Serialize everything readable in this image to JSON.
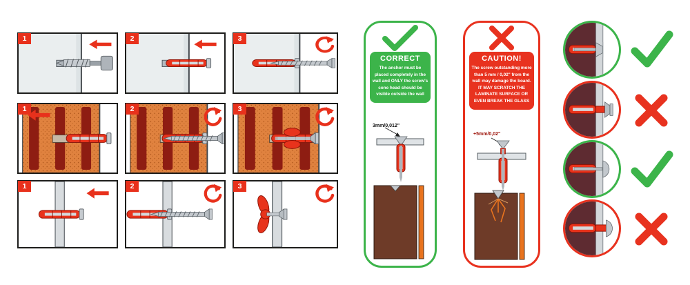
{
  "sheet": {
    "name": "wall-anchor-installation-instructions"
  },
  "colors": {
    "red": "#e8311c",
    "green": "#3cb44a",
    "brick_orange": "#e0823f",
    "brick_dark": "#8e1d12",
    "board_brown": "#6e3b28",
    "laminate_orange": "#e8731e",
    "wall_gray": "#eaeeef",
    "maroon": "#5e2b31"
  },
  "steps": {
    "rows": [
      {
        "surface": "solid-wall",
        "panels": [
          {
            "number": "1"
          },
          {
            "number": "2"
          },
          {
            "number": "3"
          }
        ]
      },
      {
        "surface": "brick-wall",
        "panels": [
          {
            "number": "1"
          },
          {
            "number": "2"
          },
          {
            "number": "3"
          }
        ]
      },
      {
        "surface": "hollow-wall",
        "panels": [
          {
            "number": "1"
          },
          {
            "number": "2"
          },
          {
            "number": "3"
          }
        ]
      }
    ]
  },
  "correct_banner": {
    "title": "CORRECT",
    "body": "The anchor must be placed completely in the wall and ONLY the screw's cone head should be visible outside the wall",
    "measurement": "3mm/0,012\""
  },
  "caution_banner": {
    "title": "CAUTION!",
    "body": "The screw outstanding more than 5 mm / 0,02\" from the wall may damage the board. IT MAY SCRATCH THE LAMINATE SURFACE OR EVEN BREAK THE GLASS",
    "measurement": "+5mm/0,02\""
  },
  "examples": [
    {
      "style": "countersunk-flush",
      "verdict": "correct"
    },
    {
      "style": "countersunk-protruding",
      "verdict": "wrong"
    },
    {
      "style": "pan-head-seated",
      "verdict": "correct"
    },
    {
      "style": "pan-head-protruding",
      "verdict": "wrong"
    }
  ]
}
